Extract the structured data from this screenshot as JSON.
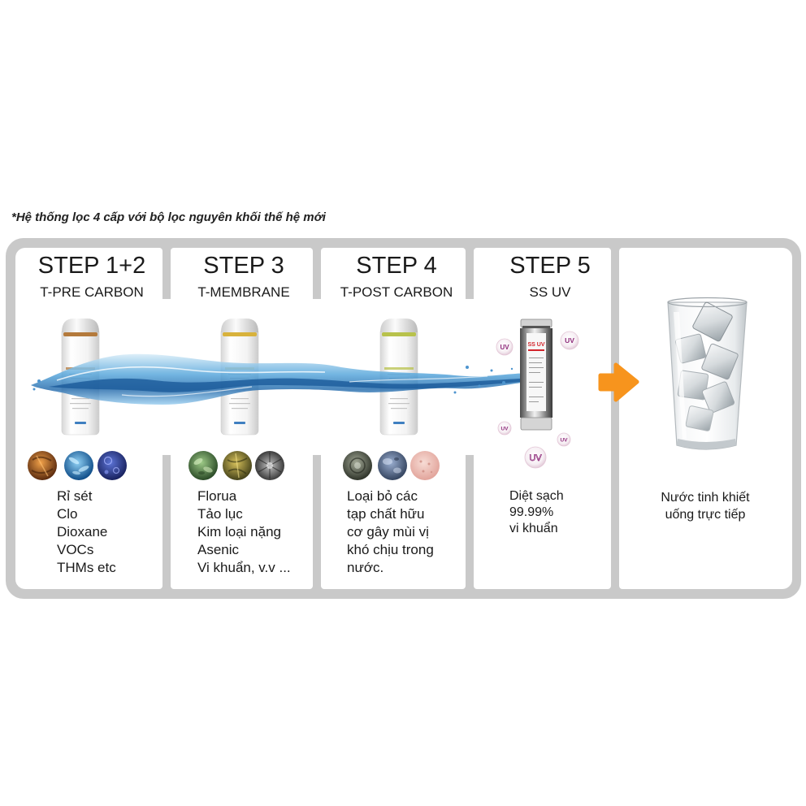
{
  "title": "*Hệ thống lọc 4 cấp với bộ lọc nguyên khối thế hệ mới",
  "colors": {
    "frame": "#c9c9c9",
    "arrow": "#f7941d",
    "water": "#1a5a9a",
    "uv_text": "#8e2a7a"
  },
  "steps": [
    {
      "step": "STEP 1+2",
      "name": "T-PRE CARBON",
      "band_color": "#b47a3c",
      "micro_images": [
        {
          "icon": "rust-micrograph-icon",
          "inner": "#f0a048",
          "outer": "#5a2a0e"
        },
        {
          "icon": "blue-microbe-micrograph-icon",
          "inner": "#8fd0f4",
          "outer": "#0e4c88"
        },
        {
          "icon": "dark-blue-micrograph-icon",
          "inner": "#5c74d6",
          "outer": "#18215e"
        }
      ],
      "items": [
        "Rỉ sét",
        "Clo",
        "Dioxane",
        "VOCs",
        "THMs etc"
      ]
    },
    {
      "step": "STEP 3",
      "name": "T-MEMBRANE",
      "band_color": "#d8b23c",
      "micro_images": [
        {
          "icon": "green-algae-micrograph-icon",
          "inner": "#9cc986",
          "outer": "#2a4a26"
        },
        {
          "icon": "olive-micrograph-icon",
          "inner": "#d6c05a",
          "outer": "#44421a"
        },
        {
          "icon": "gray-micrograph-icon",
          "inner": "#c4c4c4",
          "outer": "#2e2e2e"
        }
      ],
      "items": [
        "Florua",
        "Tảo lục",
        "Kim loại nặng",
        "Asenic",
        "Vi khuẩn, v.v ..."
      ]
    },
    {
      "step": "STEP 4",
      "name": "T-POST CARBON",
      "band_color": "#b8c24c",
      "micro_images": [
        {
          "icon": "dark-green-micrograph-icon",
          "inner": "#a2a896",
          "outer": "#2e3329"
        },
        {
          "icon": "blue-gray-micrograph-icon",
          "inner": "#9aaed0",
          "outer": "#34445f"
        },
        {
          "icon": "pink-micrograph-icon",
          "inner": "#f7dcd5",
          "outer": "#e2a49b"
        }
      ],
      "items": [
        "Loại bỏ các",
        "tạp chất hữu",
        "cơ gây mùi vị",
        "khó chịu trong",
        "nước."
      ]
    },
    {
      "step": "STEP 5",
      "name": "SS UV",
      "lamp_label": "SS UV",
      "uv_badge": "UV",
      "items": [
        "Diệt sạch",
        "99.99%",
        "vi khuẩn"
      ]
    }
  ],
  "result": {
    "items": [
      "Nước tinh khiết",
      "uống trực tiếp"
    ]
  }
}
